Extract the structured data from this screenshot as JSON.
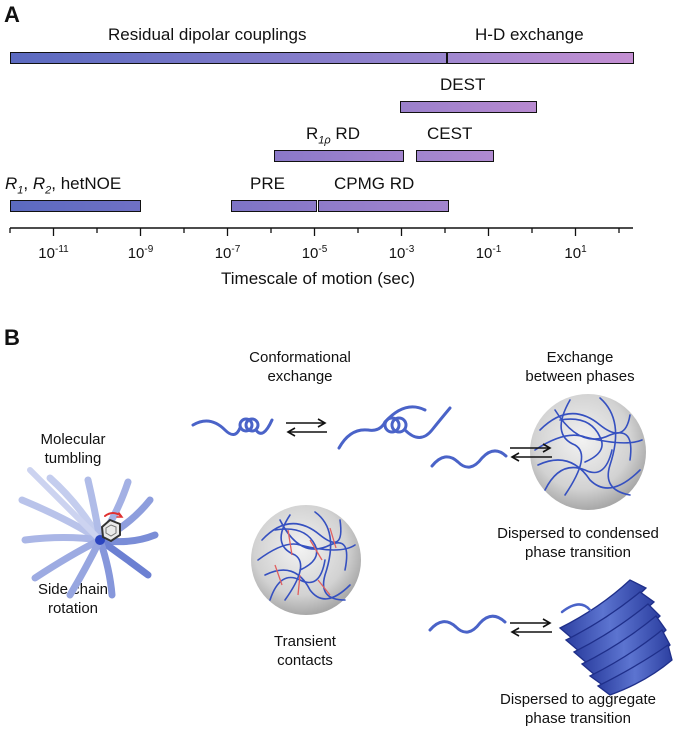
{
  "panel_a": {
    "label": "A",
    "axis_title": "Timescale of motion (sec)",
    "ticks": [
      {
        "base": "10",
        "exp": "-11"
      },
      {
        "base": "10",
        "exp": "-9"
      },
      {
        "base": "10",
        "exp": "-7"
      },
      {
        "base": "10",
        "exp": "-5"
      },
      {
        "base": "10",
        "exp": "-3"
      },
      {
        "base": "10",
        "exp": "-1"
      },
      {
        "base": "10",
        "exp": "1"
      }
    ],
    "bars": {
      "rdc": "Residual dipolar couplings",
      "hd": "H-D exchange",
      "dest": "DEST",
      "r1rho_main": "R",
      "r1rho_sub": "1ρ",
      "r1rho_rest": " RD",
      "cest": "CEST",
      "relax_r1": "R",
      "relax_r1_sub": "1",
      "relax_sep1": ", ",
      "relax_r2": "R",
      "relax_r2_sub": "2",
      "relax_sep2": ", ",
      "relax_rest": "hetNOE",
      "pre": "PRE",
      "cpmg": "CPMG RD"
    }
  },
  "panel_b": {
    "label": "B",
    "molecular_tumbling": "Molecular\ntumbling",
    "side_chain": "Side chain\nrotation",
    "conformational": "Conformational\nexchange",
    "transient": "Transient\ncontacts",
    "exchange_phases": "Exchange\nbetween phases",
    "condensed": "Dispersed to condensed\nphase transition",
    "aggregate": "Dispersed to aggregate\nphase transition"
  },
  "colors": {
    "bar_start": "#5a6bbf",
    "bar_end": "#c08ad0",
    "chain": "#3a55c0",
    "contact": "#e06060"
  }
}
